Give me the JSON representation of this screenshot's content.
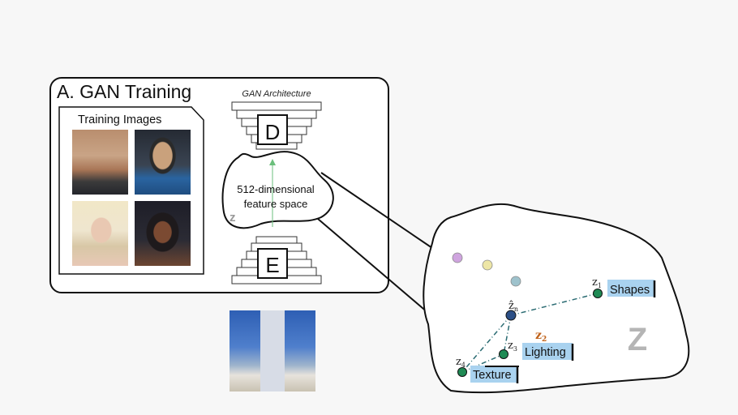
{
  "panel": {
    "title": "A. GAN Training",
    "training_images_label": "Training Images",
    "architecture_label": "GAN Architecture",
    "discriminator_label": "D",
    "encoder_label": "E",
    "feature_space_line1": "512-dimensional",
    "feature_space_line2": "feature space",
    "latent_symbol": "z"
  },
  "latent_space": {
    "big_label": "Z",
    "points": [
      {
        "name": "z-n",
        "label": "ẑ",
        "sub": "n",
        "color": "#2c4f86"
      },
      {
        "name": "z-1",
        "label": "z",
        "sub": "1",
        "color": "#1f8a54",
        "tag": "Shapes"
      },
      {
        "name": "z-2",
        "label": "z",
        "sub": "2",
        "color": "#c0621a"
      },
      {
        "name": "z-3",
        "label": "z",
        "sub": "3",
        "color": "#1f8a54",
        "tag": "Lighting"
      },
      {
        "name": "z-4",
        "label": "z",
        "sub": "4",
        "color": "#1f8a54",
        "tag": "Texture"
      }
    ],
    "extra_dots": [
      "#cfa4df",
      "#ede6a6",
      "#9ec2cc"
    ]
  },
  "colors": {
    "tag_fill": "#a9d2ef",
    "dot_green": "#1f8a54",
    "dot_navy": "#2c4f86",
    "dashed_line": "#2b6c73"
  }
}
